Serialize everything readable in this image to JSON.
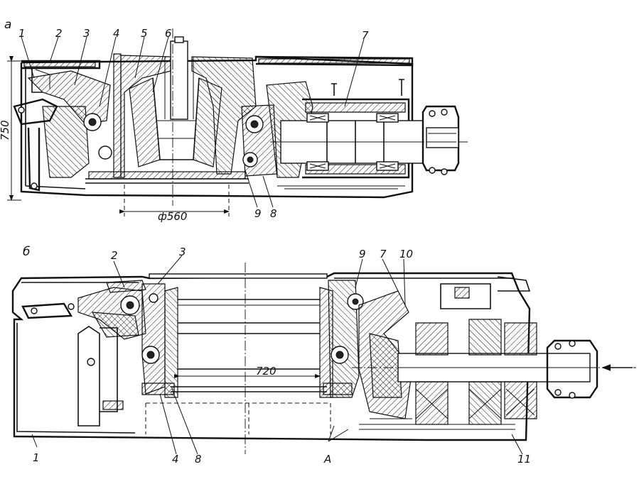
{
  "figure": {
    "view_a": {
      "section_label": "а",
      "part_labels": [
        "1",
        "2",
        "3",
        "4",
        "5",
        "6",
        "7",
        "8",
        "9"
      ],
      "height_dimension": "750",
      "diameter_dimension": "ф560"
    },
    "view_b": {
      "section_label": "б",
      "part_labels": [
        "1",
        "2",
        "3",
        "4",
        "7",
        "8",
        "9",
        "10",
        "11",
        "A"
      ],
      "width_dimension": "720"
    }
  }
}
